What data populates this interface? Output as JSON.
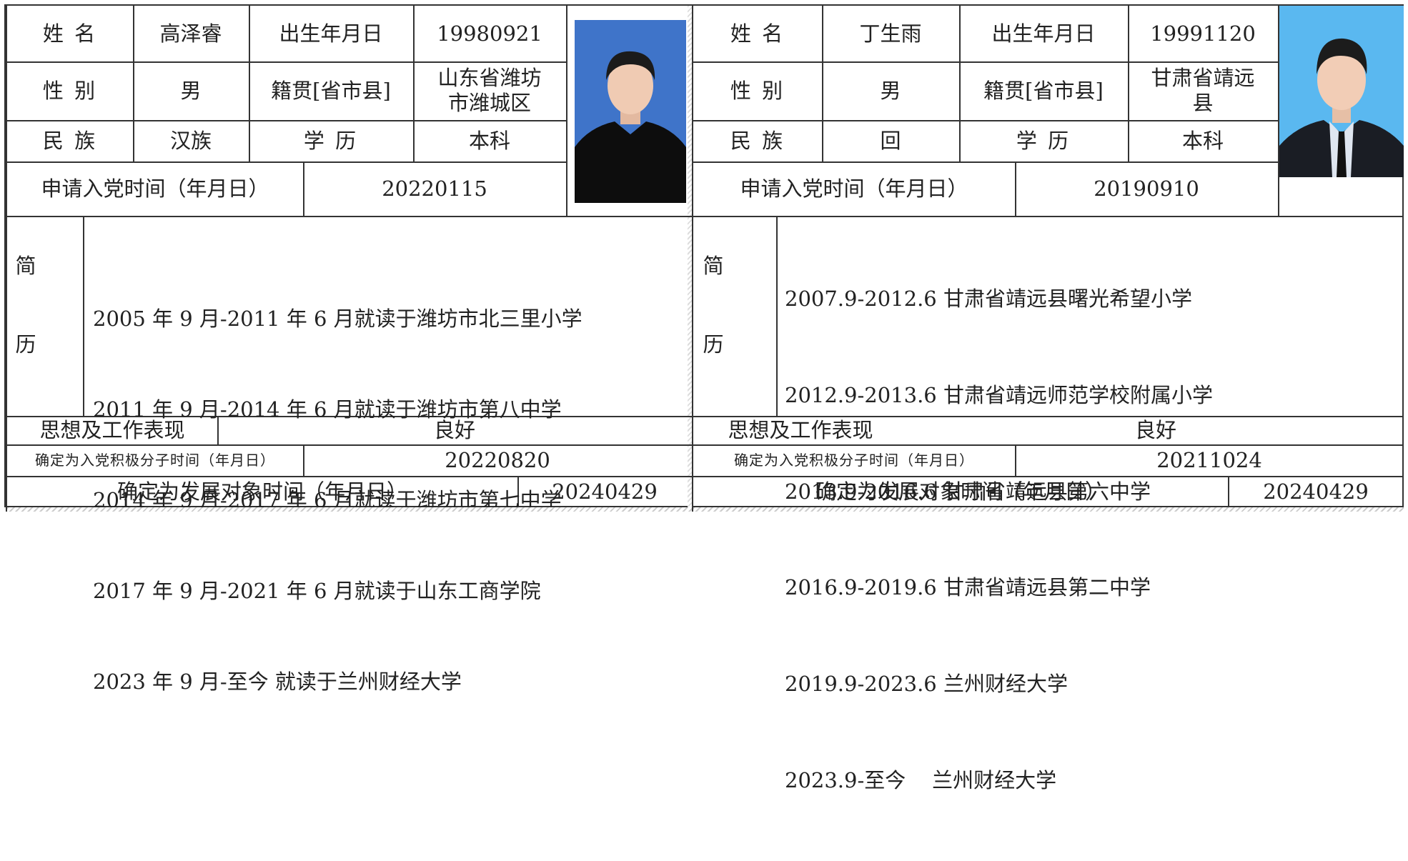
{
  "left": {
    "name_label": "姓 名",
    "name": "高泽睿",
    "birth_label": "出生年月日",
    "birth": "19980921",
    "gender_label": "性 别",
    "gender": "男",
    "origin_label": "籍贯[省市县]",
    "origin": "山东省潍坊市潍城区",
    "ethnic_label": "民 族",
    "ethnic": "汉族",
    "edu_label": "学 历",
    "edu": "本科",
    "apply_label": "申请入党时间（年月日）",
    "apply": "20220115",
    "resume_label_1": "简",
    "resume_label_2": "历",
    "resume": [
      "2005 年 9 月-2011 年 6 月就读于潍坊市北三里小学",
      "2011 年 9 月-2014 年 6 月就读于潍坊市第八中学",
      "2014 年 9 月-2017 年 6 月就读于潍坊市第七中学",
      "2017 年 9 月-2021 年 6 月就读于山东工商学院",
      "2023 年 9 月-至今 就读于兰州财经大学"
    ],
    "perf_label": "思想及工作表现",
    "perf": "良好",
    "active_label": "确定为入党积极分子时间（年月日）",
    "active": "20220820",
    "dev_label": "确定为发展对象时间（年月日）",
    "dev": "20240429",
    "photo_bg": "#3f74c9"
  },
  "right": {
    "name_label": "姓 名",
    "name": "丁生雨",
    "birth_label": "出生年月日",
    "birth": "19991120",
    "gender_label": "性 别",
    "gender": "男",
    "origin_label": "籍贯[省市县]",
    "origin": "甘肃省靖远县",
    "ethnic_label": "民 族",
    "ethnic": "回",
    "edu_label": "学 历",
    "edu": "本科",
    "apply_label": "申请入党时间（年月日）",
    "apply": "20190910",
    "resume_label_1": "简",
    "resume_label_2": "历",
    "resume": [
      "2007.9-2012.6 甘肃省靖远县曙光希望小学",
      "2012.9-2013.6 甘肃省靖远师范学校附属小学",
      "2013.9-2016.6 甘肃省靖远县第六中学",
      "2016.9-2019.6 甘肃省靖远县第二中学",
      "2019.9-2023.6 兰州财经大学",
      "2023.9-至今    兰州财经大学"
    ],
    "perf_label": "思想及工作表现",
    "perf": "良好",
    "active_label": "确定为入党积极分子时间（年月日）",
    "active": "20211024",
    "dev_label": "确定为发展对象时间（年月日）",
    "dev": "20240429",
    "photo_bg": "#5ab8f0"
  }
}
